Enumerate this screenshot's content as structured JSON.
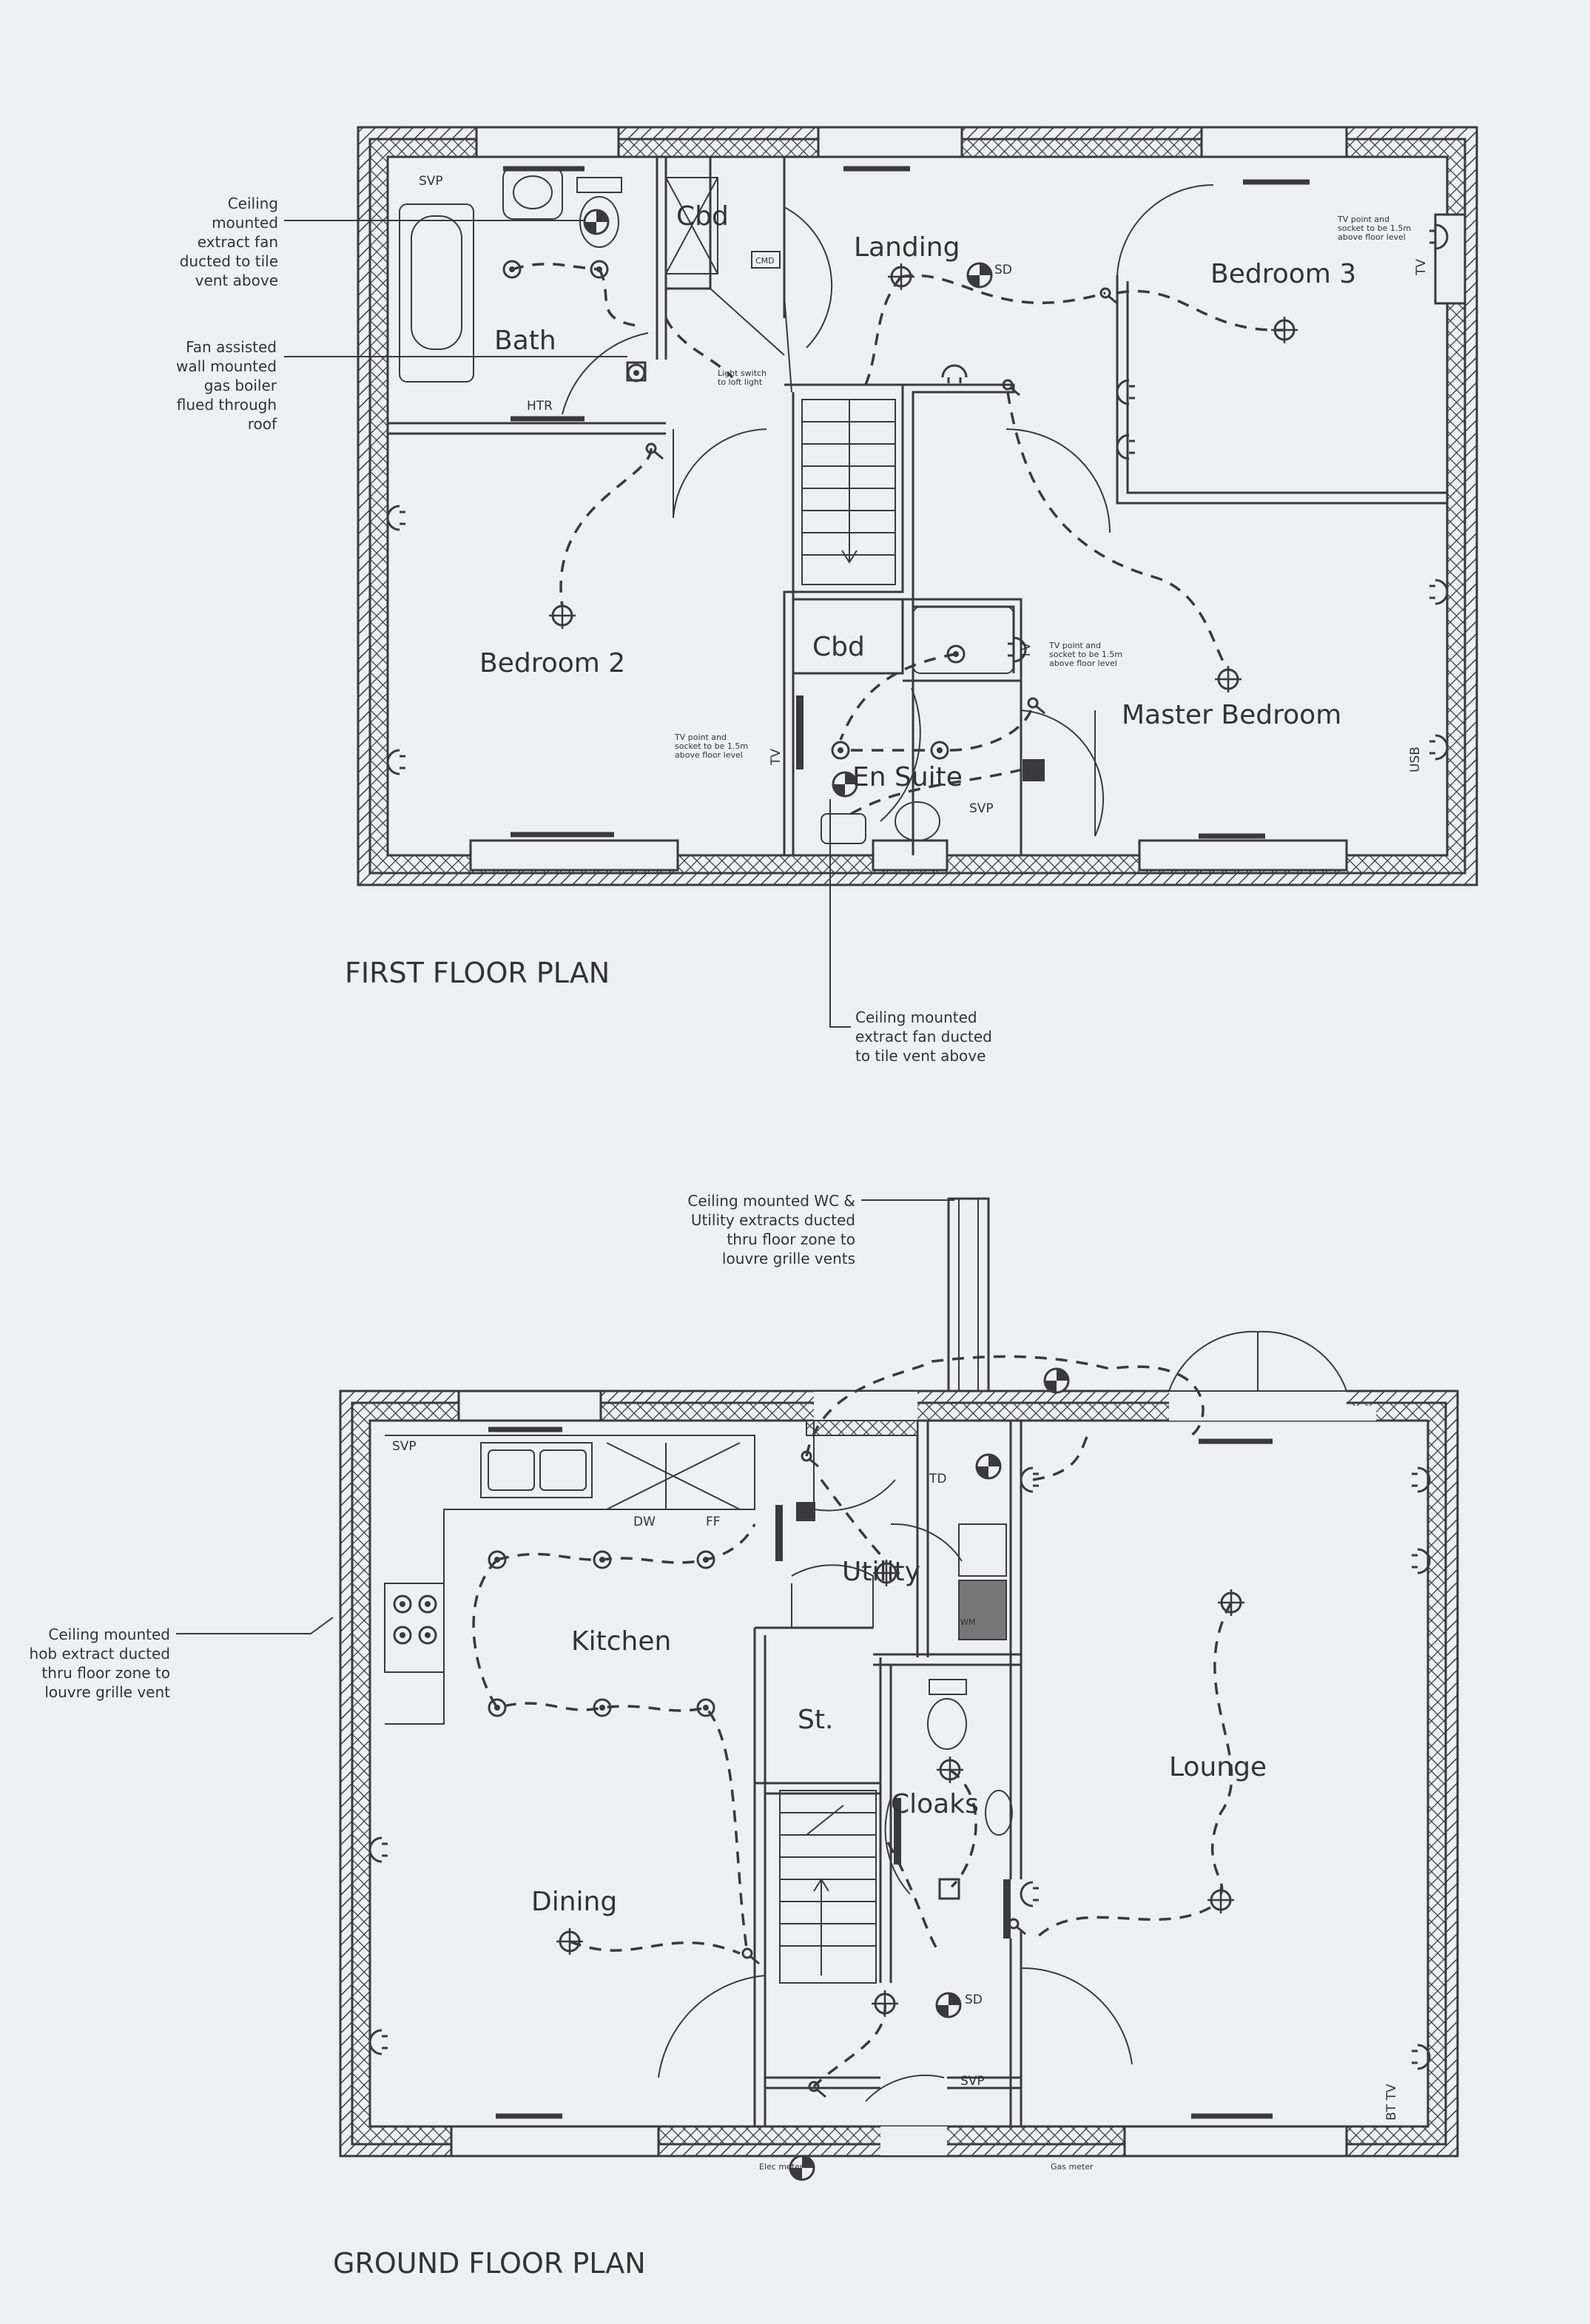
{
  "first_floor": {
    "title": "FIRST FLOOR PLAN",
    "rooms": {
      "bath": "Bath",
      "cbd_top": "Cbd",
      "landing": "Landing",
      "bedroom3": "Bedroom 3",
      "bedroom2": "Bedroom 2",
      "cbd_lower": "Cbd",
      "en_suite": "En Suite",
      "master": "Master Bedroom"
    },
    "labels": {
      "svp_bath": "SVP",
      "svp_ensuite": "SVP",
      "htr": "HTR",
      "cmd": "CMD",
      "sd": "SD",
      "usb": "USB",
      "tv": "TV"
    },
    "notes": {
      "extract_fan_bath": [
        "Ceiling",
        "mounted",
        "extract fan",
        "ducted to tile",
        "vent above"
      ],
      "boiler": [
        "Fan assisted",
        "wall mounted",
        "gas boiler",
        "flued through",
        "roof"
      ],
      "extract_fan_ensuite": [
        "Ceiling mounted",
        "extract fan ducted",
        "to tile vent above"
      ],
      "loft_light": [
        "Light switch",
        "to loft light"
      ],
      "tv_point": [
        "TV point and",
        "socket to be 1.5m",
        "above floor level"
      ]
    }
  },
  "ground_floor": {
    "title": "GROUND FLOOR PLAN",
    "rooms": {
      "kitchen": "Kitchen",
      "utility": "Utility",
      "store": "St.",
      "cloaks": "Cloaks",
      "lounge": "Lounge",
      "dining": "Dining"
    },
    "labels": {
      "svp_kitchen": "SVP",
      "svp_hall": "SVP",
      "dw": "DW",
      "ff": "FF",
      "wm": "WM",
      "td": "TD",
      "sd": "SD",
      "bt_tv": "BT TV",
      "elec_meter": "Elec meter",
      "gas_meter": "Gas meter"
    },
    "notes": {
      "wc_utility_extract": [
        "Ceiling mounted WC &",
        "Utility extracts ducted",
        "thru floor zone to",
        "louvre grille vents"
      ],
      "hob_extract": [
        "Ceiling mounted",
        "hob extract ducted",
        "thru floor zone to",
        "louvre grille vent"
      ]
    }
  },
  "colors": {
    "paper": "#eeeff3",
    "ink": "#3a3a3e"
  }
}
